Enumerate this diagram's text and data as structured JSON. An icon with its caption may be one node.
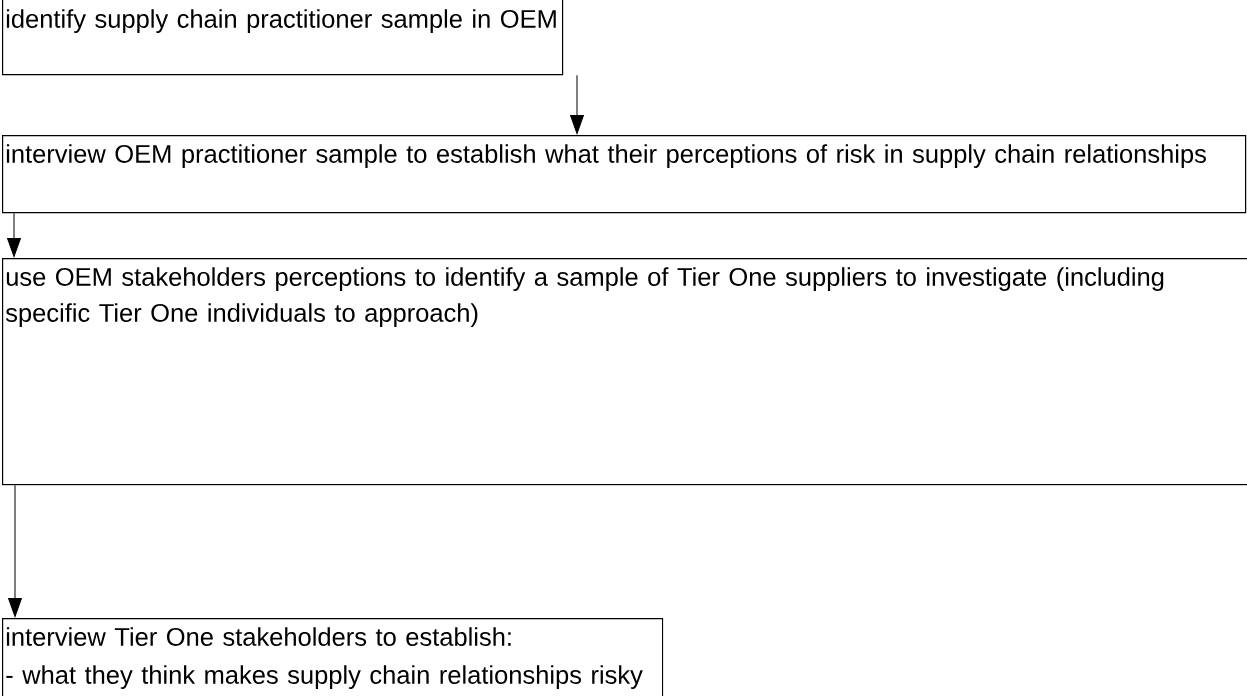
{
  "diagram": {
    "nodes": [
      {
        "text": [
          "identify supply chain practitioner sample in OEM"
        ]
      },
      {
        "text": [
          "interview OEM practitioner sample to establish what their perceptions of risk in supply chain relationships"
        ]
      },
      {
        "text": [
          "use OEM stakeholders perceptions to identify a sample of Tier One suppliers to investigate (including specific Tier One individuals to approach)"
        ]
      },
      {
        "text": [
          "interview Tier One stakeholders to establish:",
          "- what they think makes supply chain relationships risky"
        ]
      }
    ],
    "edges": [
      {
        "from": 0,
        "to": 1,
        "arrow": "to"
      },
      {
        "from": 1,
        "to": 2,
        "arrow": "to"
      },
      {
        "from": 2,
        "to": 3,
        "arrow": "to"
      }
    ]
  }
}
